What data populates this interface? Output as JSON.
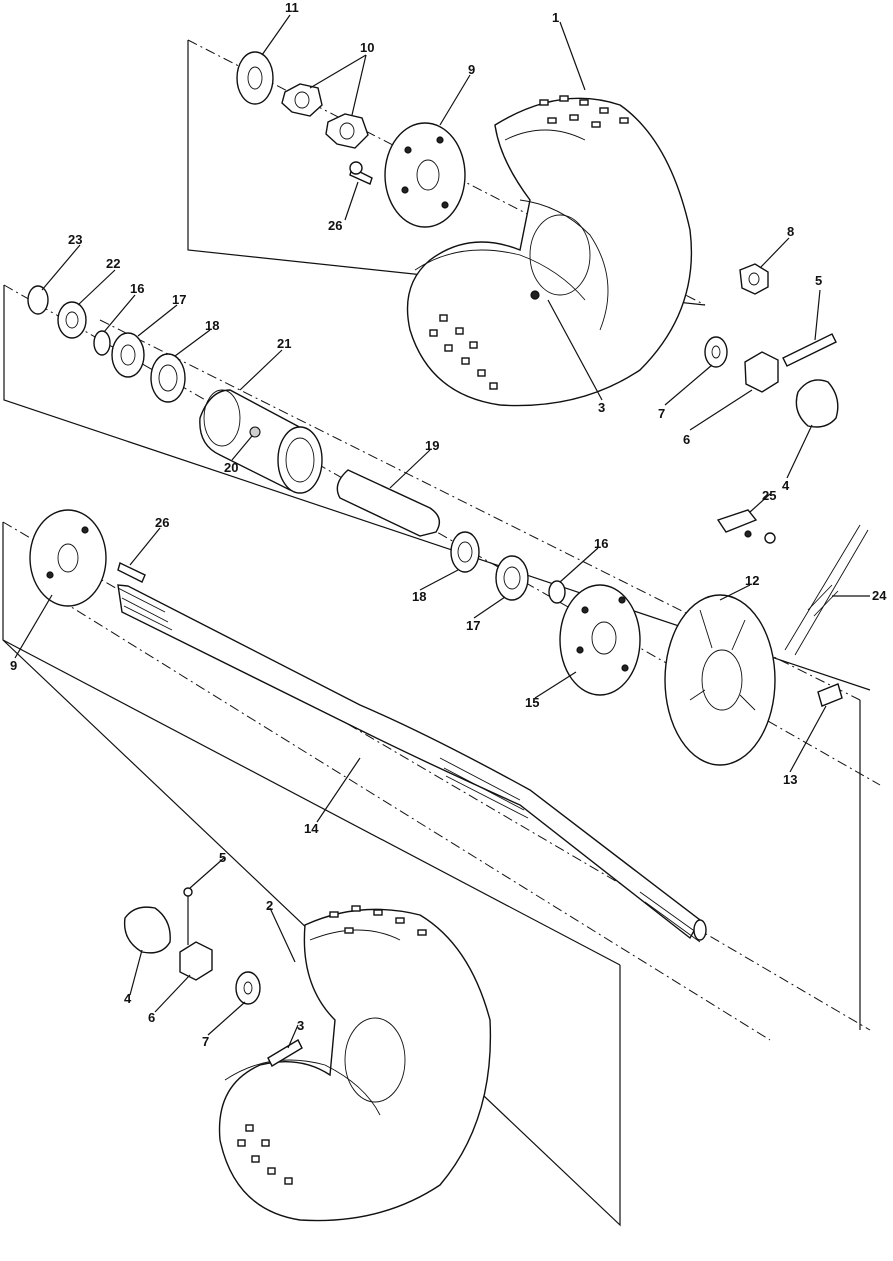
{
  "callouts": [
    {
      "id": "c1",
      "label": "1"
    },
    {
      "id": "c2",
      "label": "2"
    },
    {
      "id": "c3a",
      "label": "3"
    },
    {
      "id": "c3b",
      "label": "3"
    },
    {
      "id": "c4a",
      "label": "4"
    },
    {
      "id": "c4b",
      "label": "4"
    },
    {
      "id": "c5a",
      "label": "5"
    },
    {
      "id": "c5b",
      "label": "5"
    },
    {
      "id": "c6a",
      "label": "6"
    },
    {
      "id": "c6b",
      "label": "6"
    },
    {
      "id": "c7a",
      "label": "7"
    },
    {
      "id": "c7b",
      "label": "7"
    },
    {
      "id": "c8",
      "label": "8"
    },
    {
      "id": "c9a",
      "label": "9"
    },
    {
      "id": "c9b",
      "label": "9"
    },
    {
      "id": "c10",
      "label": "10"
    },
    {
      "id": "c11",
      "label": "11"
    },
    {
      "id": "c12",
      "label": "12"
    },
    {
      "id": "c13",
      "label": "13"
    },
    {
      "id": "c14",
      "label": "14"
    },
    {
      "id": "c15",
      "label": "15"
    },
    {
      "id": "c16a",
      "label": "16"
    },
    {
      "id": "c16b",
      "label": "16"
    },
    {
      "id": "c17a",
      "label": "17"
    },
    {
      "id": "c17b",
      "label": "17"
    },
    {
      "id": "c18a",
      "label": "18"
    },
    {
      "id": "c18b",
      "label": "18"
    },
    {
      "id": "c19",
      "label": "19"
    },
    {
      "id": "c20",
      "label": "20"
    },
    {
      "id": "c21",
      "label": "21"
    },
    {
      "id": "c22",
      "label": "22"
    },
    {
      "id": "c23",
      "label": "23"
    },
    {
      "id": "c24",
      "label": "24"
    },
    {
      "id": "c25",
      "label": "25"
    },
    {
      "id": "c26a",
      "label": "26"
    },
    {
      "id": "c26b",
      "label": "26"
    }
  ]
}
